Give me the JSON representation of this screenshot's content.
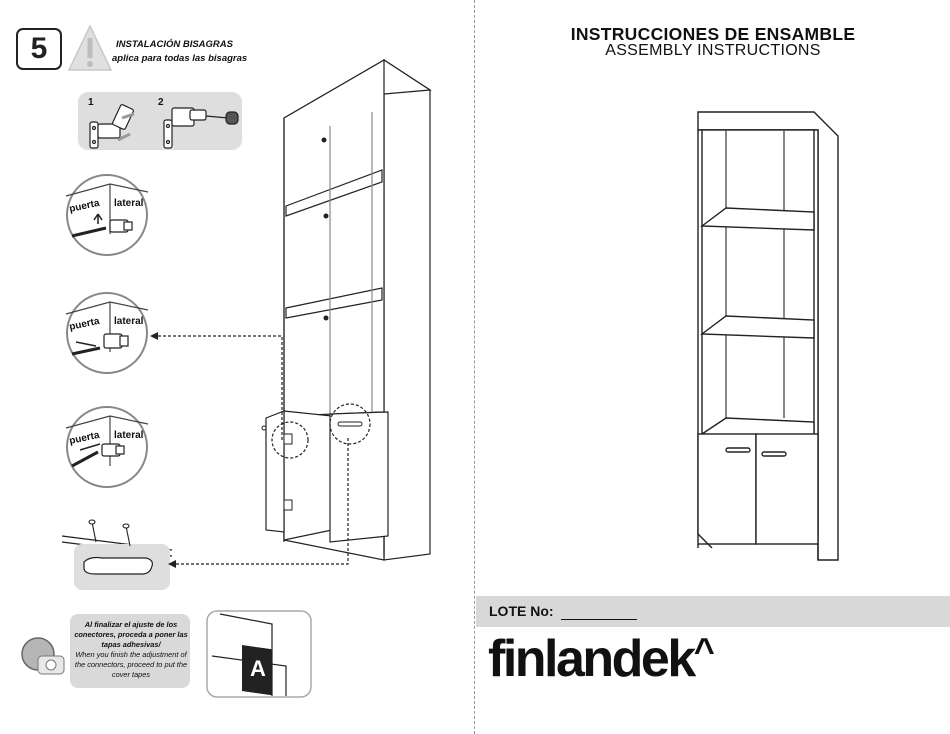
{
  "step": {
    "number": "5"
  },
  "hinge": {
    "title": "INSTALACIÓN BISAGRAS",
    "subtitle": "aplica para todas las bisagras",
    "steps": [
      "1",
      "2"
    ]
  },
  "labels": {
    "door": "puerta",
    "side": "lateral"
  },
  "note": {
    "es": "Al finalizar el ajuste de los conectores, proceda a poner las tapas adhesivas/",
    "en": "When you finish the adjustment of the connectors, proceed to put the cover tapes"
  },
  "badge": {
    "letter": "A"
  },
  "header": {
    "title_es": "INSTRUCCIONES DE ENSAMBLE",
    "title_en": "ASSEMBLY INSTRUCTIONS"
  },
  "lote": {
    "label": "LOTE No:"
  },
  "brand": {
    "name": "finlandek",
    "mark": "^"
  },
  "colors": {
    "band_gray": "#d8d8d8",
    "ink": "#111111"
  },
  "icons": [
    "warning-icon",
    "screw-icon",
    "screwdriver-icon",
    "hinge-icon",
    "handle-icon",
    "cover-cap-icon"
  ]
}
